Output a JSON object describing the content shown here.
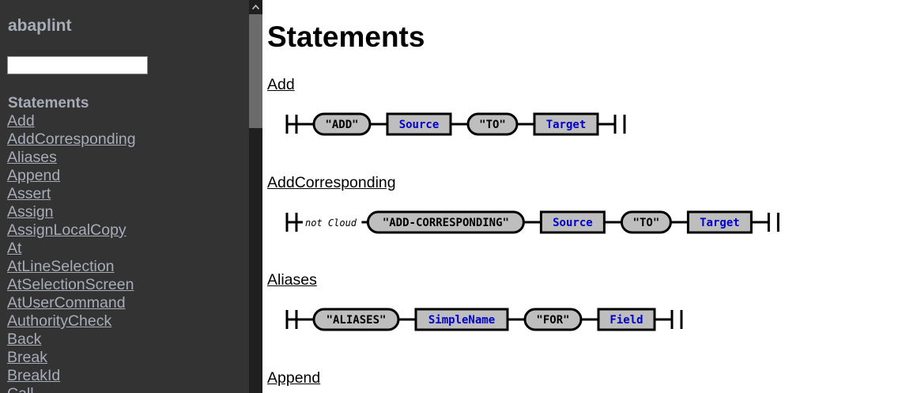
{
  "sidebar": {
    "brand": "abaplint",
    "search_value": "",
    "section_title": "Statements",
    "items": [
      {
        "label": "Add"
      },
      {
        "label": "AddCorresponding"
      },
      {
        "label": "Aliases"
      },
      {
        "label": "Append"
      },
      {
        "label": "Assert"
      },
      {
        "label": "Assign"
      },
      {
        "label": "AssignLocalCopy"
      },
      {
        "label": "At"
      },
      {
        "label": "AtLineSelection"
      },
      {
        "label": "AtSelectionScreen"
      },
      {
        "label": "AtUserCommand"
      },
      {
        "label": "AuthorityCheck"
      },
      {
        "label": "Back"
      },
      {
        "label": "Break"
      },
      {
        "label": "BreakId"
      },
      {
        "label": "Call"
      }
    ]
  },
  "main": {
    "title": "Statements",
    "statements": [
      {
        "name": "Add",
        "diagram": [
          {
            "kind": "terminal",
            "text": "\"ADD\""
          },
          {
            "kind": "nonterminal",
            "text": "Source"
          },
          {
            "kind": "terminal",
            "text": "\"TO\""
          },
          {
            "kind": "nonterminal",
            "text": "Target"
          }
        ]
      },
      {
        "name": "AddCorresponding",
        "diagram": [
          {
            "kind": "comment",
            "text": "not Cloud"
          },
          {
            "kind": "terminal",
            "text": "\"ADD-CORRESPONDING\""
          },
          {
            "kind": "nonterminal",
            "text": "Source"
          },
          {
            "kind": "terminal",
            "text": "\"TO\""
          },
          {
            "kind": "nonterminal",
            "text": "Target"
          }
        ]
      },
      {
        "name": "Aliases",
        "diagram": [
          {
            "kind": "terminal",
            "text": "\"ALIASES\""
          },
          {
            "kind": "nonterminal",
            "text": "SimpleName"
          },
          {
            "kind": "terminal",
            "text": "\"FOR\""
          },
          {
            "kind": "nonterminal",
            "text": "Field"
          }
        ]
      },
      {
        "name": "Append",
        "diagram": []
      }
    ]
  },
  "colors": {
    "sidebar_bg": "#333333",
    "sidebar_text": "#a8acb8",
    "node_fill": "#bebebe",
    "nonterminal_text": "#0000cc",
    "terminal_text": "#000000"
  }
}
